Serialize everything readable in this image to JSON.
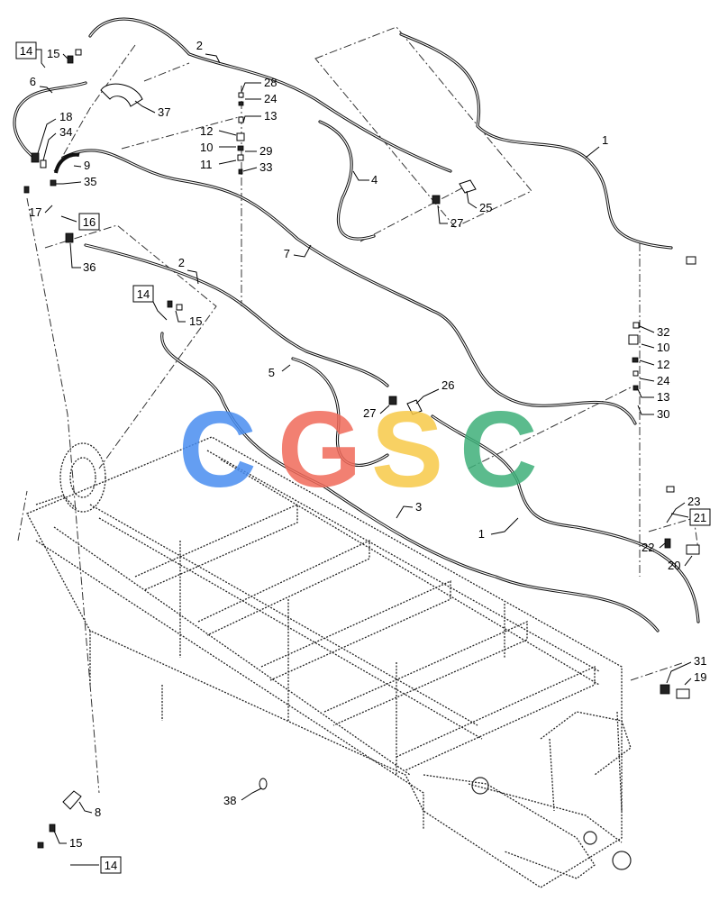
{
  "diagram": {
    "callouts": [
      "1",
      "2",
      "3",
      "4",
      "5",
      "6",
      "7",
      "8",
      "9",
      "10",
      "11",
      "12",
      "13",
      "15",
      "17",
      "18",
      "19",
      "20",
      "22",
      "23",
      "24",
      "25",
      "26",
      "27",
      "28",
      "29",
      "30",
      "31",
      "32",
      "33",
      "34",
      "35",
      "36",
      "37",
      "38"
    ],
    "boxed_refs": [
      "14",
      "16",
      "21"
    ],
    "watermark": {
      "letters": [
        "C",
        "G",
        "S",
        "C"
      ],
      "colors": [
        "#4a8ef0",
        "#f06a5a",
        "#f7c948",
        "#3fb07a"
      ]
    }
  }
}
